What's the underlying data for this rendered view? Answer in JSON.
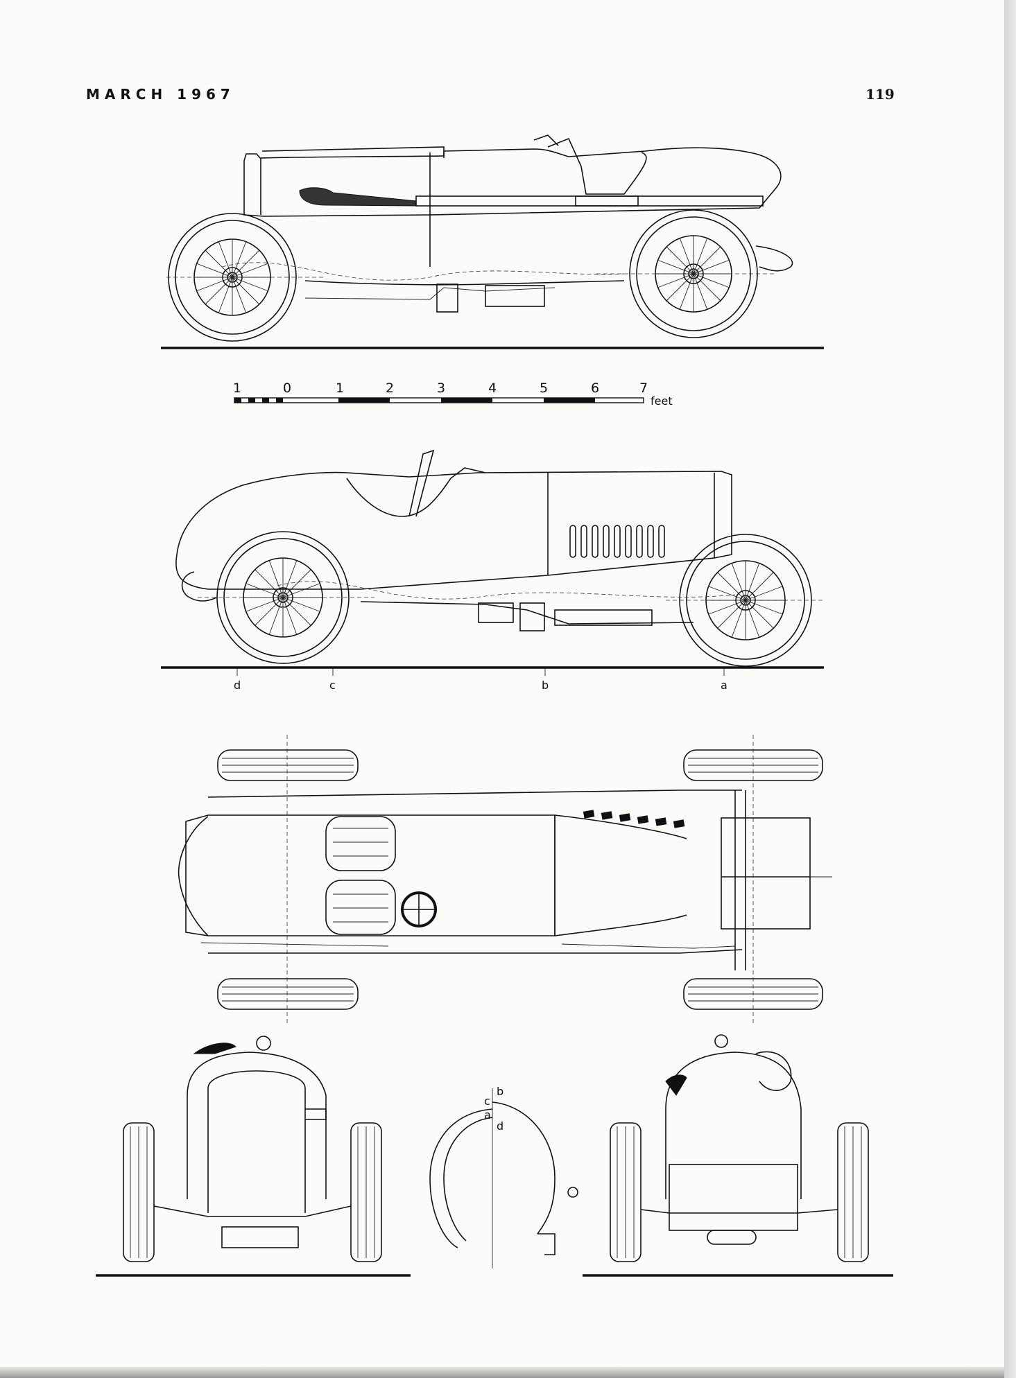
{
  "header": {
    "month": "MARCH 1967",
    "page_number": "119"
  },
  "scale_bar": {
    "ticks": [
      "1",
      "0",
      "1",
      "2",
      "3",
      "4",
      "5",
      "6",
      "7"
    ],
    "unit": "feet"
  },
  "section_markers": {
    "side_view": [
      "d",
      "c",
      "b",
      "a"
    ],
    "cross_section": [
      "c",
      "b",
      "a",
      "d"
    ]
  },
  "views": [
    "left-side-elevation",
    "right-side-elevation",
    "plan-view",
    "front-elevation",
    "body-sections",
    "rear-elevation"
  ]
}
